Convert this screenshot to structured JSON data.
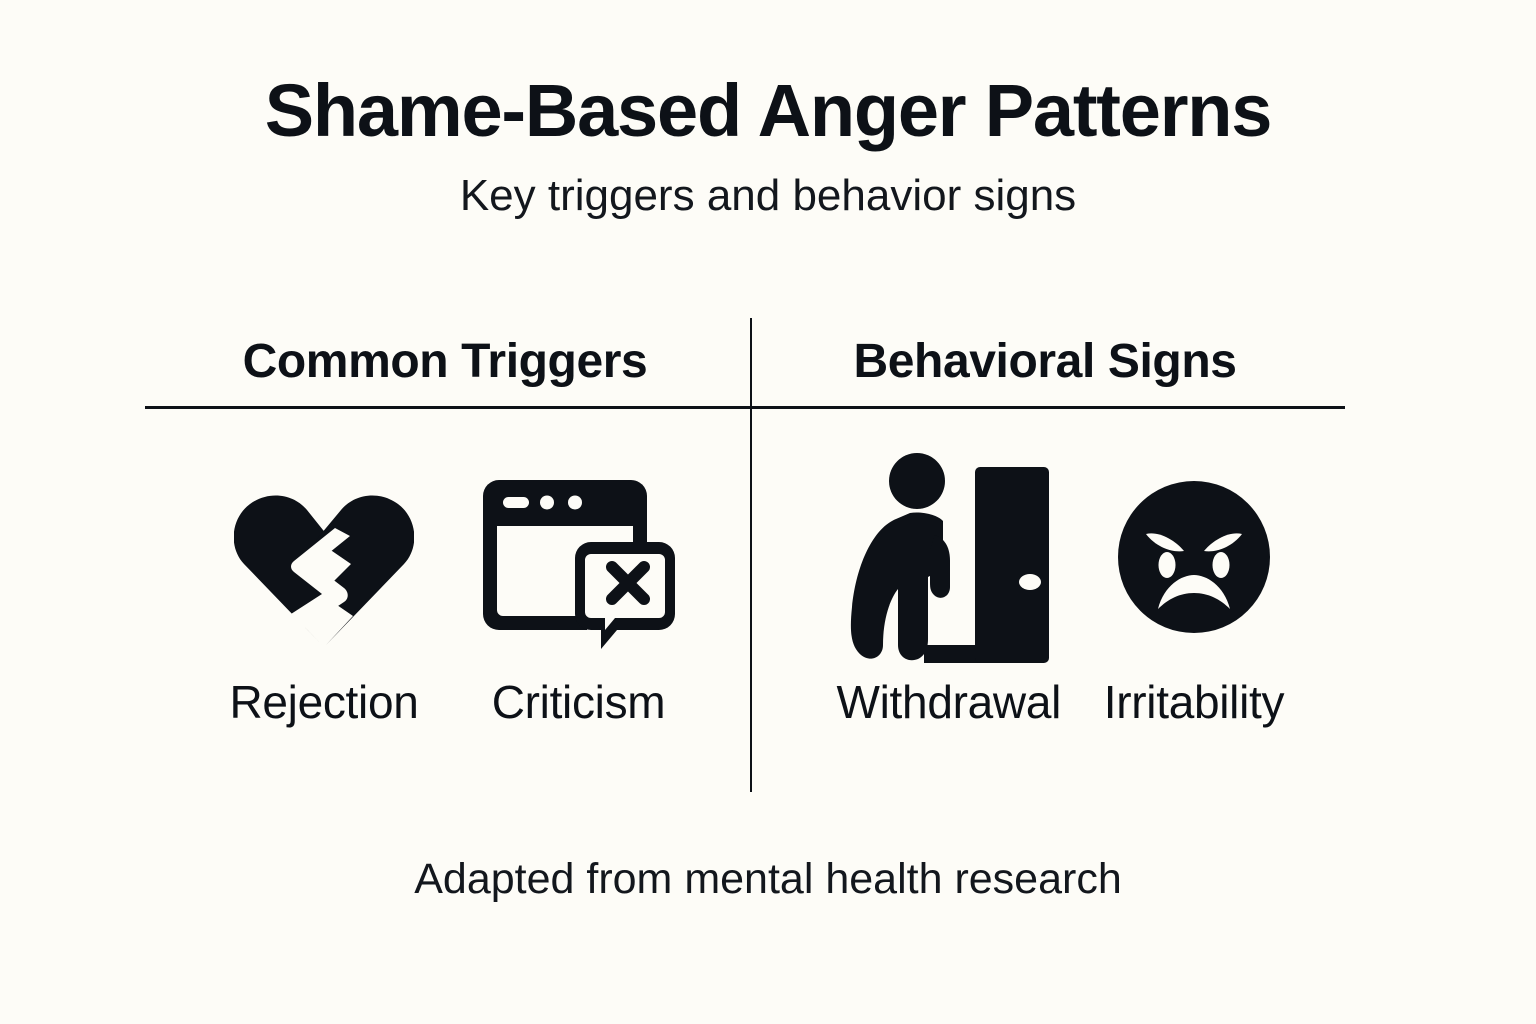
{
  "header": {
    "title": "Shame-Based Anger Patterns",
    "subtitle": "Key triggers and behavior signs"
  },
  "columns": [
    {
      "header": "Common Triggers",
      "items": [
        {
          "label": "Rejection",
          "icon": "broken-heart-icon"
        },
        {
          "label": "Criticism",
          "icon": "browser-window-error-message-icon"
        }
      ]
    },
    {
      "header": "Behavioral Signs",
      "items": [
        {
          "label": "Withdrawal",
          "icon": "person-walking-away-door-icon"
        },
        {
          "label": "Irritability",
          "icon": "angry-face-icon"
        }
      ]
    }
  ],
  "footer": {
    "note": "Adapted from mental health research"
  },
  "colors": {
    "background": "#fdfcf7",
    "foreground": "#0d1117",
    "rule": "#0d1117"
  }
}
